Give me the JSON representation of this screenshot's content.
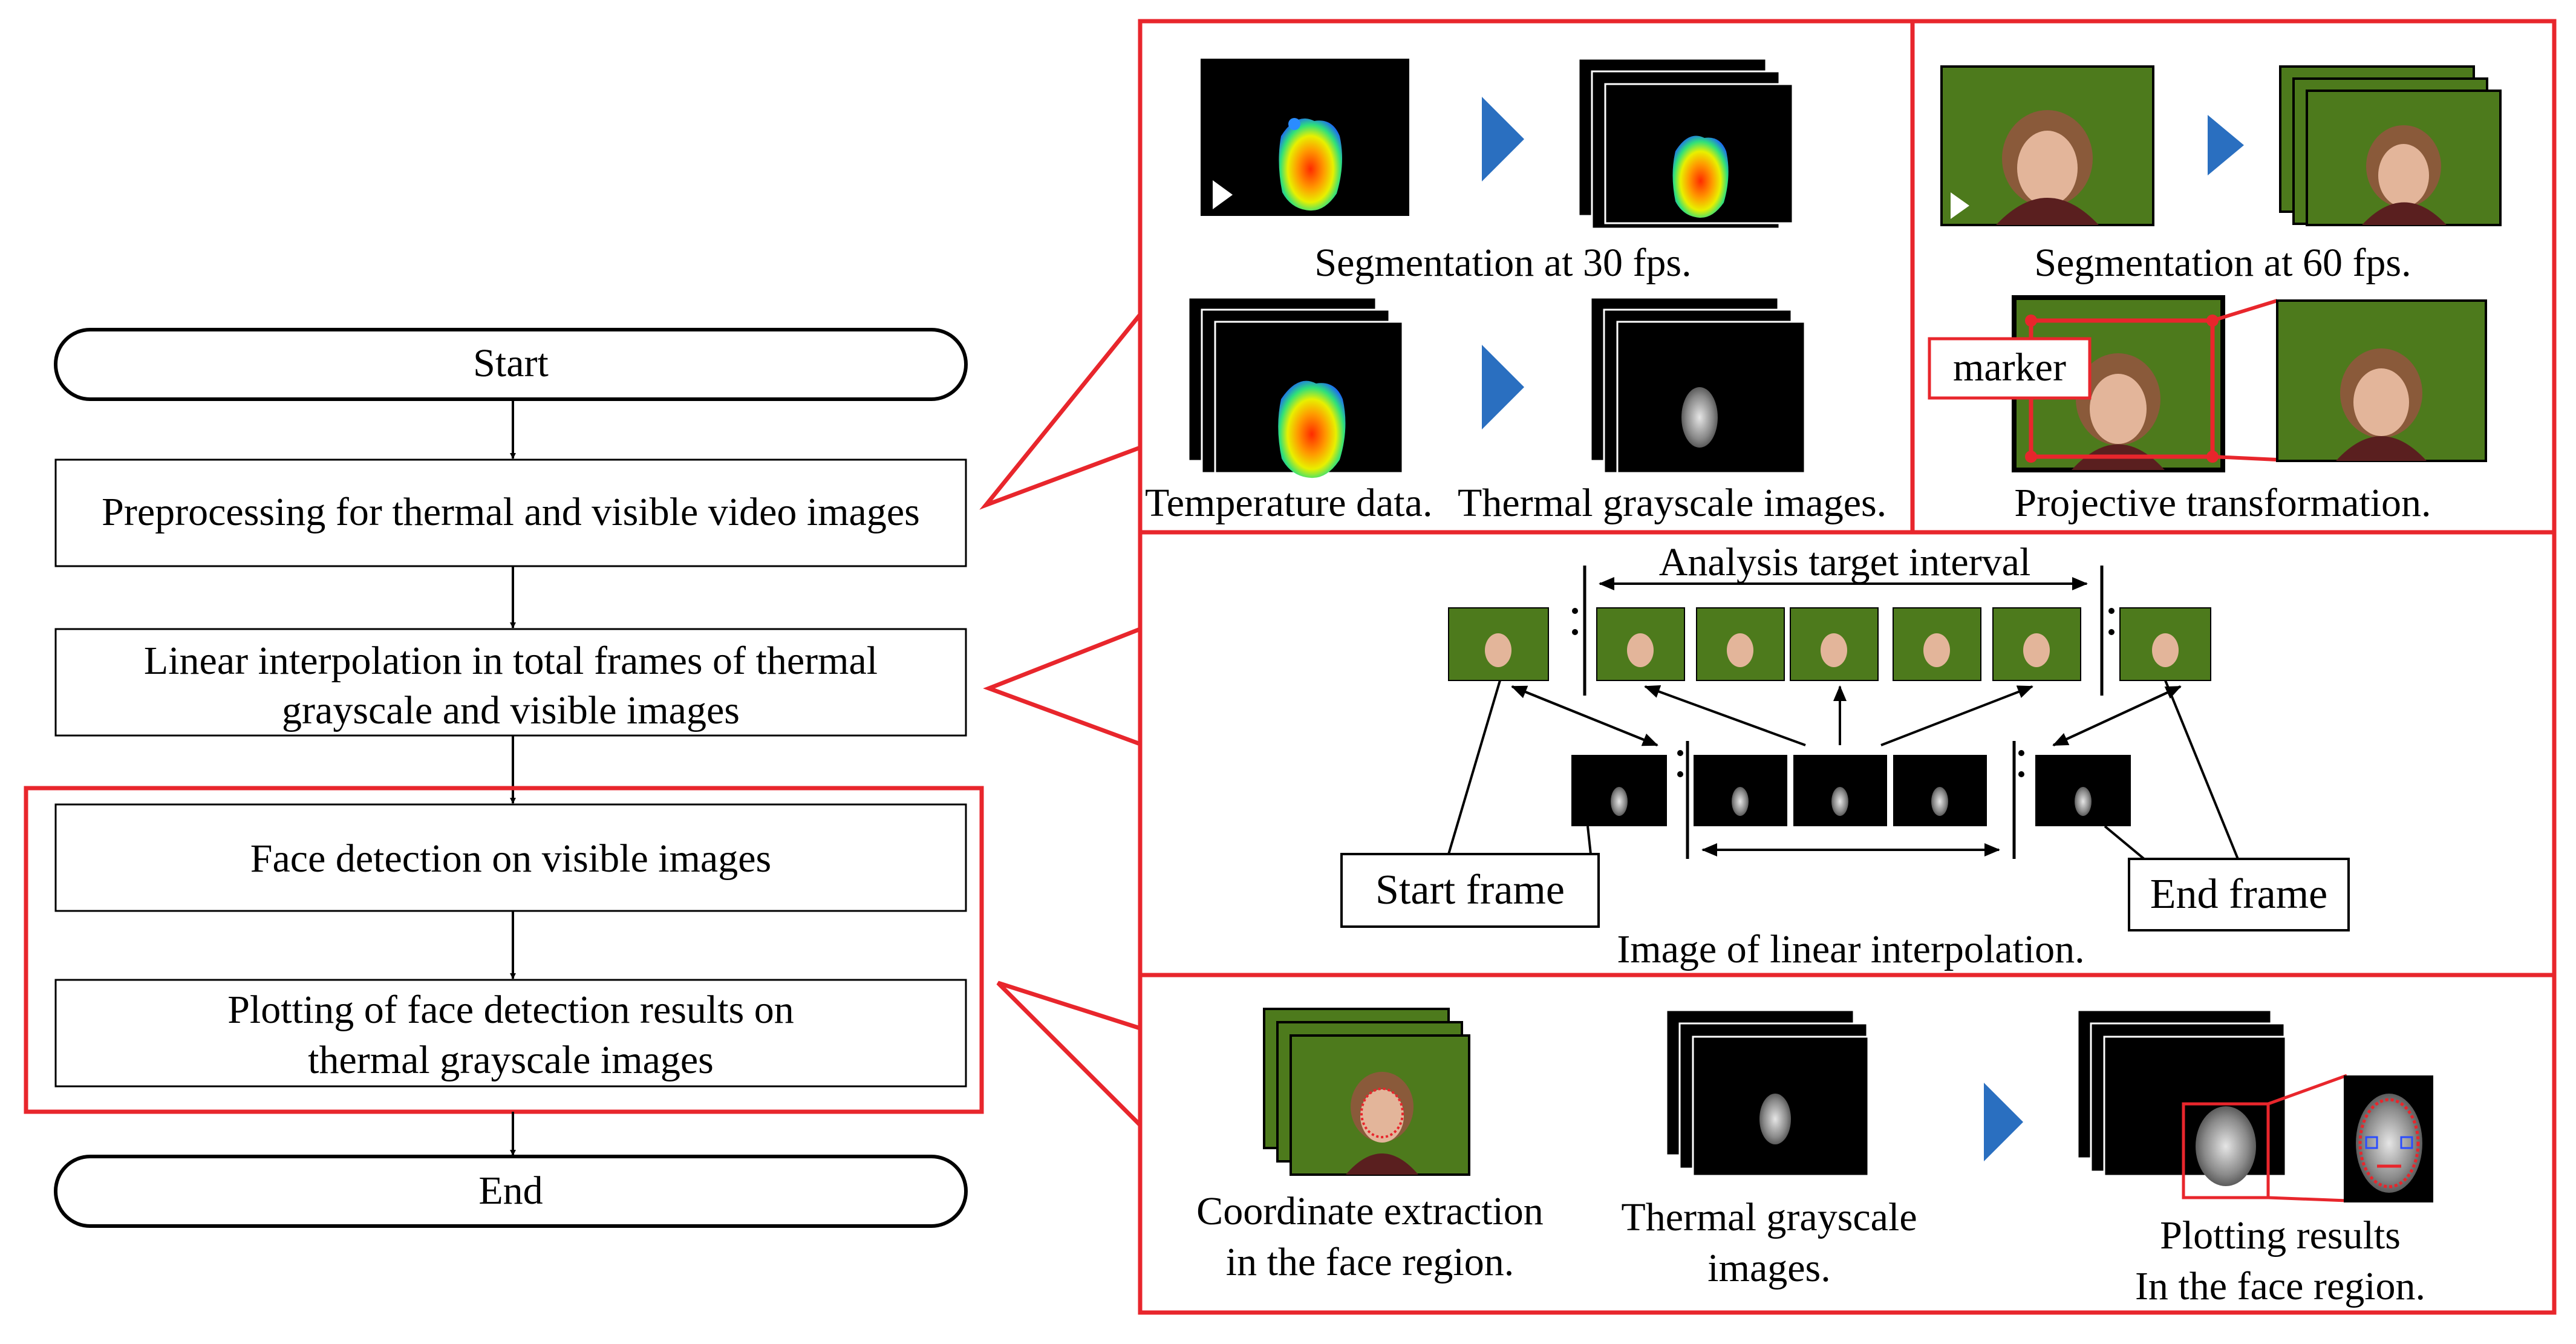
{
  "flowchart": {
    "start": "Start",
    "preprocessing": "Preprocessing for thermal and visible video images",
    "interp_line1": "Linear interpolation in total frames of thermal",
    "interp_line2": "grayscale and visible images",
    "face_detection": "Face detection on visible images",
    "plot_line1": "Plotting of face detection results on",
    "plot_line2": "thermal grayscale images",
    "end": "End"
  },
  "panel_preprocessing": {
    "thermal_segmentation": "Segmentation at 30 fps.",
    "visible_segmentation": "Segmentation at 60 fps.",
    "temperature_data": "Temperature data.",
    "thermal_grayscale": "Thermal grayscale images.",
    "marker": "marker",
    "projective": "Projective transformation."
  },
  "panel_interpolation": {
    "analysis_interval": "Analysis target interval",
    "start_frame": "Start frame",
    "end_frame": "End frame",
    "caption": "Image of linear interpolation."
  },
  "panel_plotting": {
    "coord_line1": "Coordinate extraction",
    "coord_line2": "in the face region.",
    "thermal_line1": "Thermal grayscale",
    "thermal_line2": "images.",
    "plot_line1": "Plotting results",
    "plot_line2": "In the face region."
  },
  "colors": {
    "highlight": "#e8262c",
    "arrow_blue": "#2a6fc0",
    "visible_bg": "#4d7a1c",
    "thermal_bg": "#000000"
  }
}
